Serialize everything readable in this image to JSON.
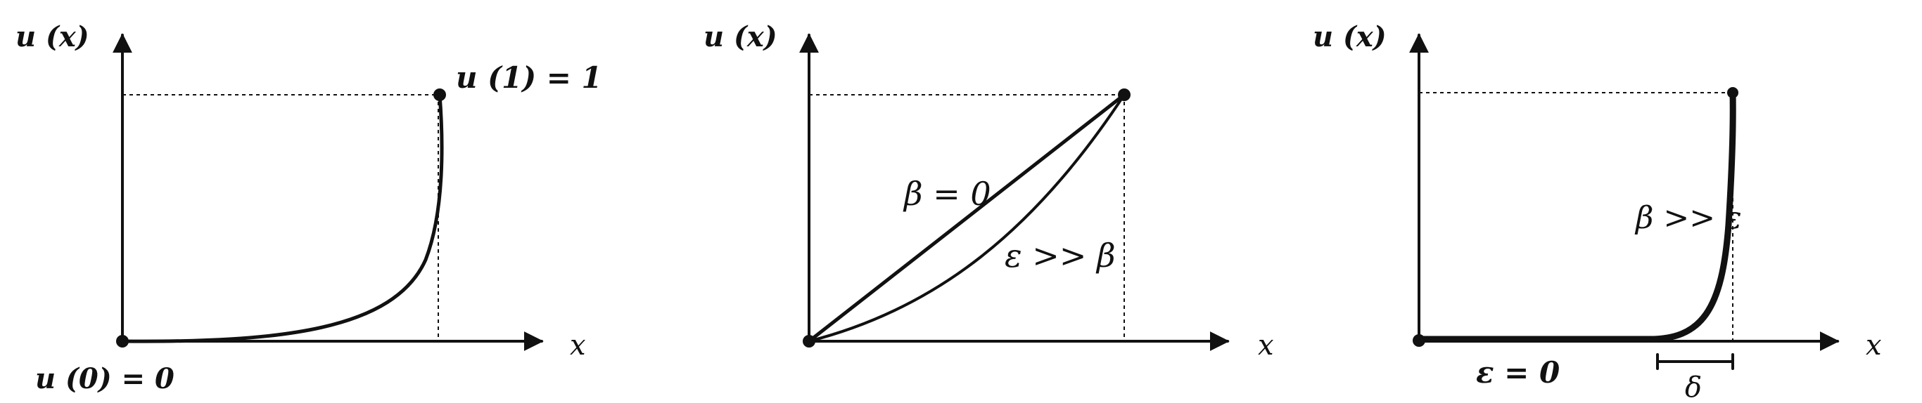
{
  "panels": [
    {
      "y_axis_label": "u (x)",
      "x_axis_label": "x",
      "endpoint_top_label": "u (1) = 1",
      "endpoint_bottom_label": "u (0) = 0"
    },
    {
      "y_axis_label": "u (x)",
      "x_axis_label": "x",
      "curve_label_upper": "β = 0",
      "curve_label_lower": "ε >> β"
    },
    {
      "y_axis_label": "u (x)",
      "x_axis_label": "x",
      "curve_label": "β >> ε",
      "bottom_label": "ε = 0",
      "width_label": "δ"
    }
  ],
  "colors": {
    "ink": "#111111",
    "background": "#ffffff"
  }
}
